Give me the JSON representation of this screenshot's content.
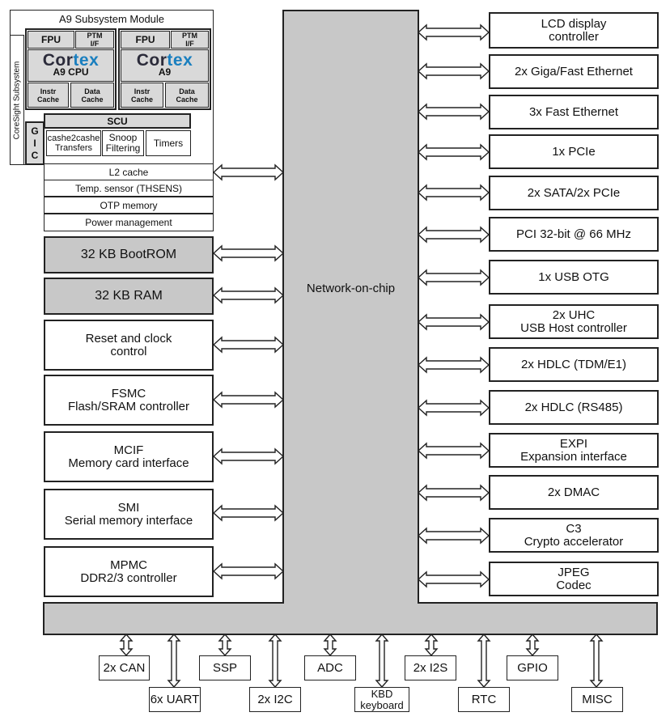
{
  "a9": {
    "module_title": "A9 Subsystem Module",
    "coresight": "CoreSight Subsystem",
    "gic": [
      "G",
      "I",
      "C"
    ],
    "cpu0": {
      "fpu": "FPU",
      "ptm": [
        "PTM",
        "I/F"
      ],
      "brand_a": "Cor",
      "brand_b": "tex",
      "name": "A9 CPU",
      "icache": [
        "Instr",
        "Cache"
      ],
      "dcache": [
        "Data",
        "Cache"
      ]
    },
    "cpu1": {
      "fpu": "FPU",
      "ptm": [
        "PTM",
        "I/F"
      ],
      "brand_a": "Cor",
      "brand_b": "tex",
      "name": "A9",
      "icache": [
        "Instr",
        "Cache"
      ],
      "dcache": [
        "Data",
        "Cache"
      ]
    },
    "scu": "SCU",
    "c2c": [
      "cashe2cashe",
      "Transfers"
    ],
    "snoop": [
      "Snoop",
      "Filtering"
    ],
    "timers": "Timers",
    "rows": [
      "L2 cache",
      "Temp. sensor (THSENS)",
      "OTP memory",
      "Power management"
    ]
  },
  "left": [
    [
      "32 KB BootROM"
    ],
    [
      "32 KB RAM"
    ],
    [
      "Reset and clock",
      "control"
    ],
    [
      "FSMC",
      "Flash/SRAM controller"
    ],
    [
      "MCIF",
      "Memory card interface"
    ],
    [
      "SMI",
      "Serial memory interface"
    ],
    [
      "MPMC",
      "DDR2/3 controller"
    ]
  ],
  "noc": "Network-on-chip",
  "right": [
    [
      "LCD display",
      "controller"
    ],
    [
      "2x Giga/Fast Ethernet"
    ],
    [
      "3x Fast Ethernet"
    ],
    [
      "1x PCIe"
    ],
    [
      "2x SATA/2x PCIe"
    ],
    [
      "PCI 32-bit  @ 66 MHz"
    ],
    [
      "1x USB OTG"
    ],
    [
      "2x UHC",
      "USB Host controller"
    ],
    [
      "2x HDLC (TDM/E1)"
    ],
    [
      "2x HDLC (RS485)"
    ],
    [
      "EXPI",
      "Expansion interface"
    ],
    [
      "2x DMAC"
    ],
    [
      "C3",
      "Crypto accelerator"
    ],
    [
      "JPEG",
      "Codec"
    ]
  ],
  "bottom": [
    [
      "2x CAN"
    ],
    [
      "6x UART"
    ],
    [
      "SSP"
    ],
    [
      "2x I2C"
    ],
    [
      "ADC"
    ],
    [
      "KBD",
      "keyboard"
    ],
    [
      "2x I2S"
    ],
    [
      "RTC"
    ],
    [
      "GPIO"
    ],
    [
      "MISC"
    ]
  ],
  "colors": {
    "bus": "#c8c8c8",
    "rom_ram": "#c8c8c8",
    "border": "#222222",
    "cortex_accent": "#1a7fbf"
  }
}
